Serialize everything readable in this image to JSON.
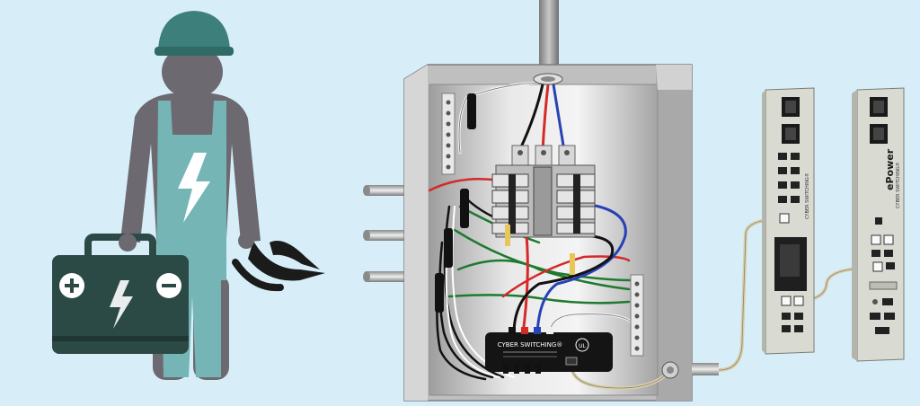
{
  "colors": {
    "background": "#d7eef9",
    "worker_skin": "#6c6a70",
    "worker_overalls": "#75b5b5",
    "hard_hat": "#3d7f7a",
    "toolbox": "#2c4a45",
    "enclosure": "#c9c9c9",
    "wire_black": "#111111",
    "wire_red": "#d42a2a",
    "wire_blue": "#2742b5",
    "wire_green": "#1e7a2e",
    "ethernet_cable": "#d8cfae",
    "device_body": "#d9dbd3"
  },
  "monitor_module": {
    "brand": "CYBER SWITCHING®",
    "cert_mark": "UL"
  },
  "device_right": {
    "brand_line1": "ePower",
    "brand_line2": "CYBER SWITCHING®"
  },
  "device_left": {
    "brand": "CYBER SWITCHING®"
  }
}
